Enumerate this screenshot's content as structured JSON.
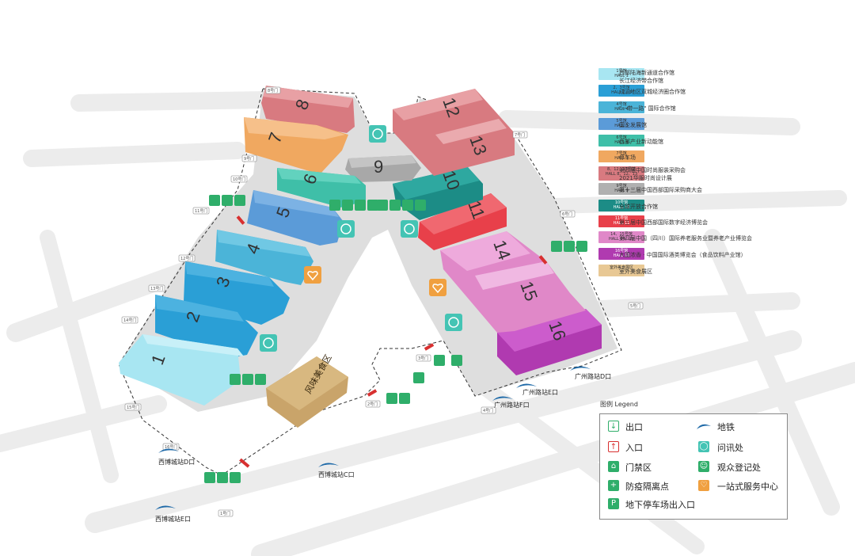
{
  "halls": [
    {
      "id": "hall-1",
      "label": "1",
      "color": "#a8e6f2"
    },
    {
      "id": "hall-2",
      "label": "2",
      "color": "#2a9fd6"
    },
    {
      "id": "hall-3",
      "label": "3",
      "color": "#2a9fd6"
    },
    {
      "id": "hall-4",
      "label": "4",
      "color": "#4bb4d8"
    },
    {
      "id": "hall-5",
      "label": "5",
      "color": "#5b9bd8"
    },
    {
      "id": "hall-6",
      "label": "6",
      "color": "#3fbfa8"
    },
    {
      "id": "hall-7",
      "label": "7",
      "color": "#f0a860"
    },
    {
      "id": "hall-8",
      "label": "8",
      "color": "#d87a80"
    },
    {
      "id": "hall-9",
      "label": "9",
      "color": "#a8a8a8"
    },
    {
      "id": "hall-10",
      "label": "10",
      "color": "#1c8c86"
    },
    {
      "id": "hall-11",
      "label": "11",
      "color": "#e8404a"
    },
    {
      "id": "hall-12",
      "label": "12",
      "color": "#d87a80"
    },
    {
      "id": "hall-13",
      "label": "13",
      "color": "#d87a80"
    },
    {
      "id": "hall-14",
      "label": "14",
      "color": "#e088c8"
    },
    {
      "id": "hall-15",
      "label": "15",
      "color": "#e088c8"
    },
    {
      "id": "hall-16",
      "label": "16",
      "color": "#b03ab0"
    }
  ],
  "food_court": {
    "label": "风味美食区",
    "color": "#c9a46a"
  },
  "gates": [
    "1号门",
    "2号门",
    "3号门",
    "4号门",
    "5号门",
    "6号门",
    "7号门",
    "8号门",
    "9号门",
    "10号门",
    "11号门",
    "12号门",
    "13号门",
    "14号门",
    "15号门",
    "16号门"
  ],
  "stations": {
    "guangzhou_d": "广州路站D口",
    "guangzhou_e": "广州路站E口",
    "guangzhou_f": "广州路站F口",
    "xibocheng_c": "西博城站C口",
    "xibocheng_d": "西博城站D口",
    "xibocheng_e": "西博城站E口"
  },
  "legend_top": [
    {
      "code": "1号馆\nHALL 1",
      "text": "西部陆海新通道合作馆\n长江经济带合作馆",
      "color": "#a8e6f2"
    },
    {
      "code": "2、3号馆\nHALL 2、3",
      "text": "成渝地区双城经济圈合作馆",
      "color": "#2a9fd6"
    },
    {
      "code": "4号馆\nHALL 4",
      "text": "\"一带一路\" 国际合作馆",
      "color": "#4bb4d8"
    },
    {
      "code": "5号馆\nHALL 5",
      "text": "国企发展馆",
      "color": "#5b9bd8"
    },
    {
      "code": "6号馆\nHALL 6",
      "text": "西部产业新动能馆",
      "color": "#3fbfa8"
    },
    {
      "code": "7号馆\nHALL 7",
      "text": "停车场",
      "color": "#f0a860"
    },
    {
      "code": "8、12、13号馆\nHALL 8、12、13",
      "text": "第四届中国时尚服装采购会\n2021华服时尚设计展",
      "color": "#d87a80"
    },
    {
      "code": "9号馆\nHALL 9",
      "text": "第十三届中国西部国际采购商大会",
      "color": "#b0b0b0"
    },
    {
      "code": "10号馆\nHALL 10",
      "text": "全球开放合作馆",
      "color": "#1c8c86"
    },
    {
      "code": "11号馆\nHALL 11",
      "text": "第三届中国西部国际数字经济博览会",
      "color": "#e8404a"
    },
    {
      "code": "14、15号馆\nHALL 14、15",
      "text": "第四届中国（四川）国际养老服务业暨养老产业博览会",
      "color": "#e088c8"
    },
    {
      "code": "16号馆\nHALL 16",
      "text": "大国浓香 · 中国国际酒类博览会（食品饮料产业馆）",
      "color": "#b03ab0"
    },
    {
      "code": "室外美食展区",
      "text": "室外美食展区",
      "color": "#e8c894"
    }
  ],
  "legend_title": "图例 Legend",
  "legend_items": {
    "exit": "出口",
    "entrance": "入口",
    "gate_area": "门禁区",
    "quarantine": "防疫隔离点",
    "parking_entrance": "地下停车场出入口",
    "metro": "地铁",
    "info": "问讯处",
    "visitor_reg": "观众登记处",
    "service": "一站式服务中心"
  },
  "colors": {
    "green_icon": "#2fae6a",
    "info_teal": "#44c4b4",
    "service_orange": "#f0a040",
    "entrance_red": "#d83030",
    "metro_blue": "#1f6aa8"
  }
}
